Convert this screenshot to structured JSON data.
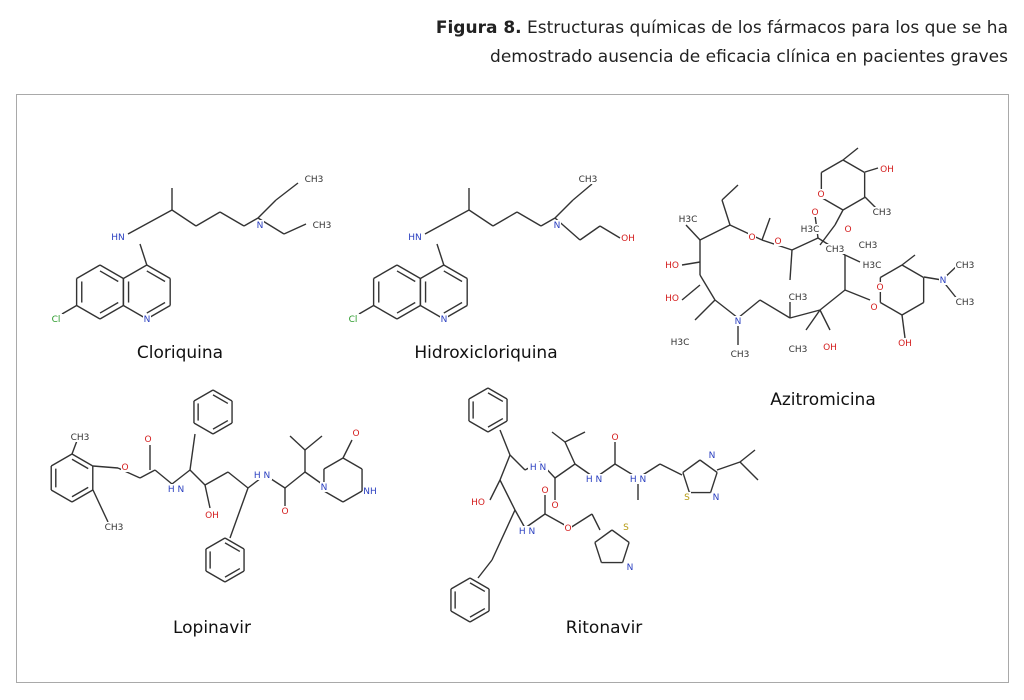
{
  "caption": {
    "label": "Figura 8.",
    "line1": "Estructuras químicas de los fármacos para los que se ha",
    "line2": "demostrado ausencia de eficacia clínica en pacientes graves"
  },
  "molecules": {
    "chloroquine": {
      "name": "Cloriquina",
      "atoms": [
        "HN",
        "Cl",
        "N",
        "N",
        "CH3",
        "CH3"
      ]
    },
    "hydroxychloroquine": {
      "name": "Hidroxicloriquina",
      "atoms": [
        "HN",
        "Cl",
        "N",
        "N",
        "CH3",
        "OH"
      ]
    },
    "azithromycin": {
      "name": "Azitromicina",
      "atoms": [
        "H3C",
        "HO",
        "HO",
        "H3C",
        "N",
        "CH3",
        "O",
        "O",
        "CH3",
        "CH3",
        "O",
        "OH",
        "CH3",
        "O",
        "H3C",
        "O",
        "CH3",
        "OH",
        "H3C",
        "O",
        "OH",
        "N",
        "CH3",
        "CH3",
        "CH3",
        "O"
      ]
    },
    "lopinavir": {
      "name": "Lopinavir",
      "atoms": [
        "CH3",
        "CH3",
        "O",
        "O",
        "H N",
        "OH",
        "H N",
        "O",
        "N",
        "O",
        "NH"
      ]
    },
    "ritonavir": {
      "name": "Ritonavir",
      "atoms": [
        "HO",
        "H N",
        "O",
        "H N",
        "O",
        "H N",
        "N",
        "N",
        "S",
        "H N",
        "O",
        "O",
        "S",
        "N"
      ]
    }
  },
  "colors": {
    "carbon": "#333333",
    "oxygen": "#d42020",
    "nitrogen": "#2a3fc0",
    "chlorine": "#2a9a2a",
    "sulfur": "#b59a10"
  }
}
